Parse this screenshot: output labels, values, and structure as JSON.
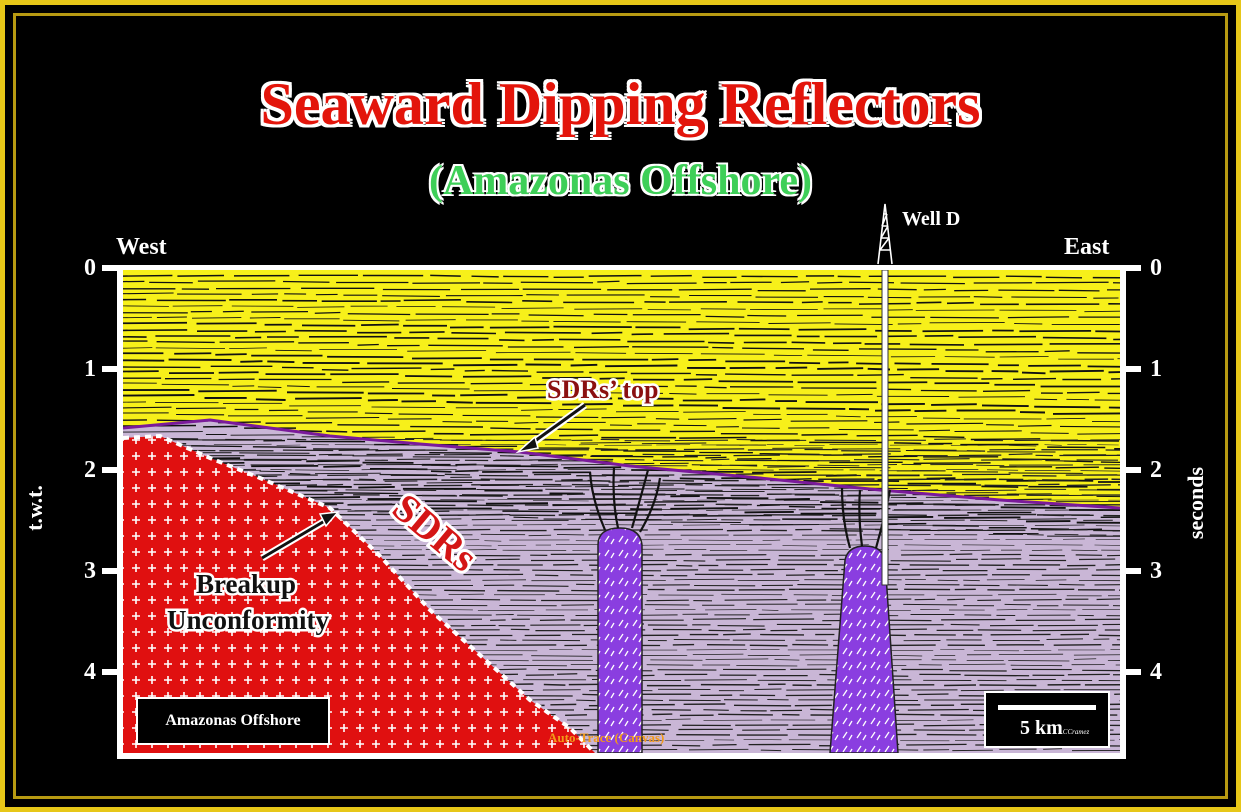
{
  "title": "Seaward Dipping Reflectors",
  "subtitle": "(Amazonas Offshore)",
  "directions": {
    "west": "West",
    "east": "East"
  },
  "well": {
    "label": "Well D"
  },
  "axis": {
    "left_label": "t.w.t.",
    "right_label": "seconds",
    "ticks": [
      "0",
      "1",
      "2",
      "3",
      "4"
    ]
  },
  "annotations": {
    "sdrs_top": "SDRs’ top",
    "sdrs": "SDRs",
    "breakup_line1": "Breakup",
    "breakup_line2": "Unconformity"
  },
  "location_box": "Amazonas Offshore",
  "scale_bar": {
    "label": "5 km",
    "credit": "CCramez"
  },
  "watermark": "Auto-Trace (Canvas)",
  "colors": {
    "frame": "#e7c718",
    "title": "#e3150b",
    "subtitle": "#3ecf58",
    "upper_sediments": "#f7f01a",
    "sdr_wedge": "#c9b6d6",
    "basement": "#e01010",
    "volcanic_plug": "#8a3ee0",
    "sdr_top_line": "#7a1a9a"
  }
}
